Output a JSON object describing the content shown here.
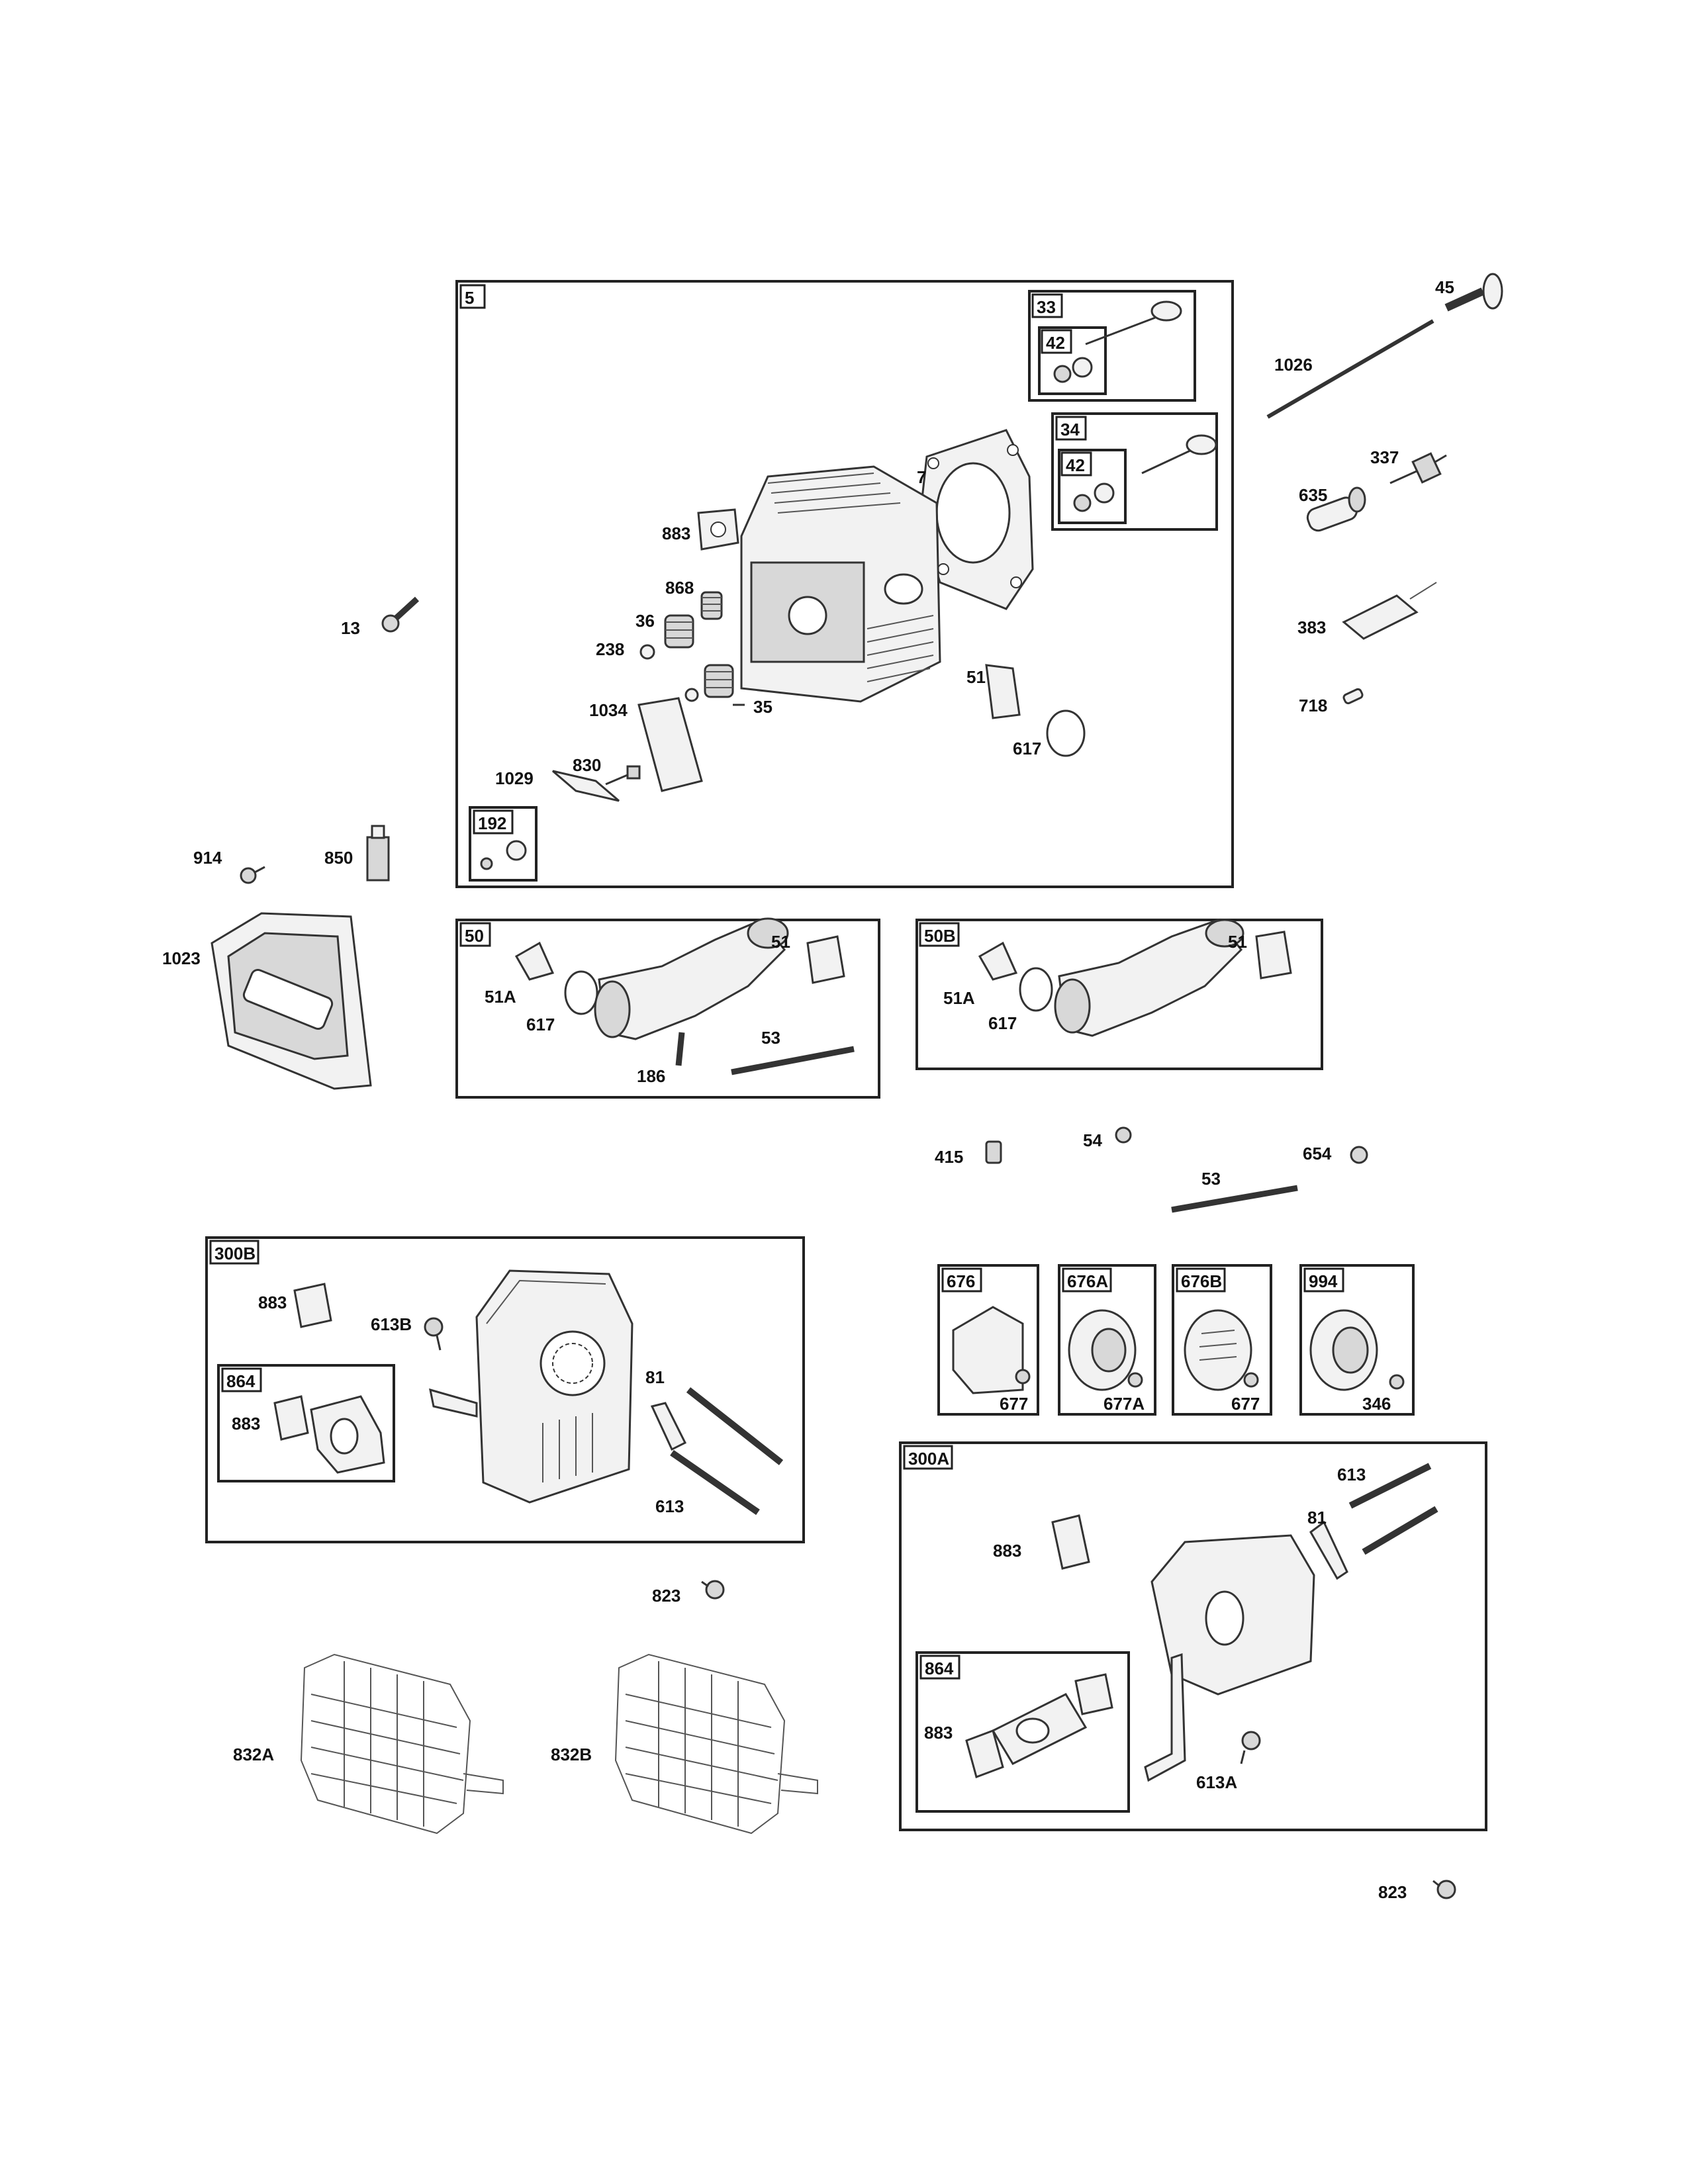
{
  "groups": {
    "g5": "5",
    "g33": "33",
    "g42a": "42",
    "g34": "34",
    "g42b": "42",
    "g192": "192",
    "g50": "50",
    "g50B": "50B",
    "g300B": "300B",
    "g864a": "864",
    "g676": "676",
    "g676A": "676A",
    "g676B": "676B",
    "g994": "994",
    "g300A": "300A",
    "g864b": "864"
  },
  "labels": {
    "p45": "45",
    "p1026": "1026",
    "p337": "337",
    "p635": "635",
    "p383": "383",
    "p718": "718",
    "p7": "7",
    "p883a": "883",
    "p868": "868",
    "p36": "36",
    "p238": "238",
    "p35": "35",
    "p51a": "51",
    "p617a": "617",
    "p1034": "1034",
    "p830": "830",
    "p1029": "1029",
    "p13": "13",
    "p914": "914",
    "p850": "850",
    "p1023": "1023",
    "p51b": "51",
    "p51Aa": "51A",
    "p617b": "617",
    "p53a": "53",
    "p186": "186",
    "p51c": "51",
    "p51Ab": "51A",
    "p617c": "617",
    "p415": "415",
    "p54": "54",
    "p654": "654",
    "p53b": "53",
    "p883b": "883",
    "p613B": "613B",
    "p883c": "883",
    "p81a": "81",
    "p613a": "613",
    "p677a": "677",
    "p677A": "677A",
    "p677b": "677",
    "p346": "346",
    "p823a": "823",
    "p613b": "613",
    "p81b": "81",
    "p883d": "883",
    "p883e": "883",
    "p613A": "613A",
    "p832A": "832A",
    "p832B": "832B",
    "p823b": "823"
  }
}
